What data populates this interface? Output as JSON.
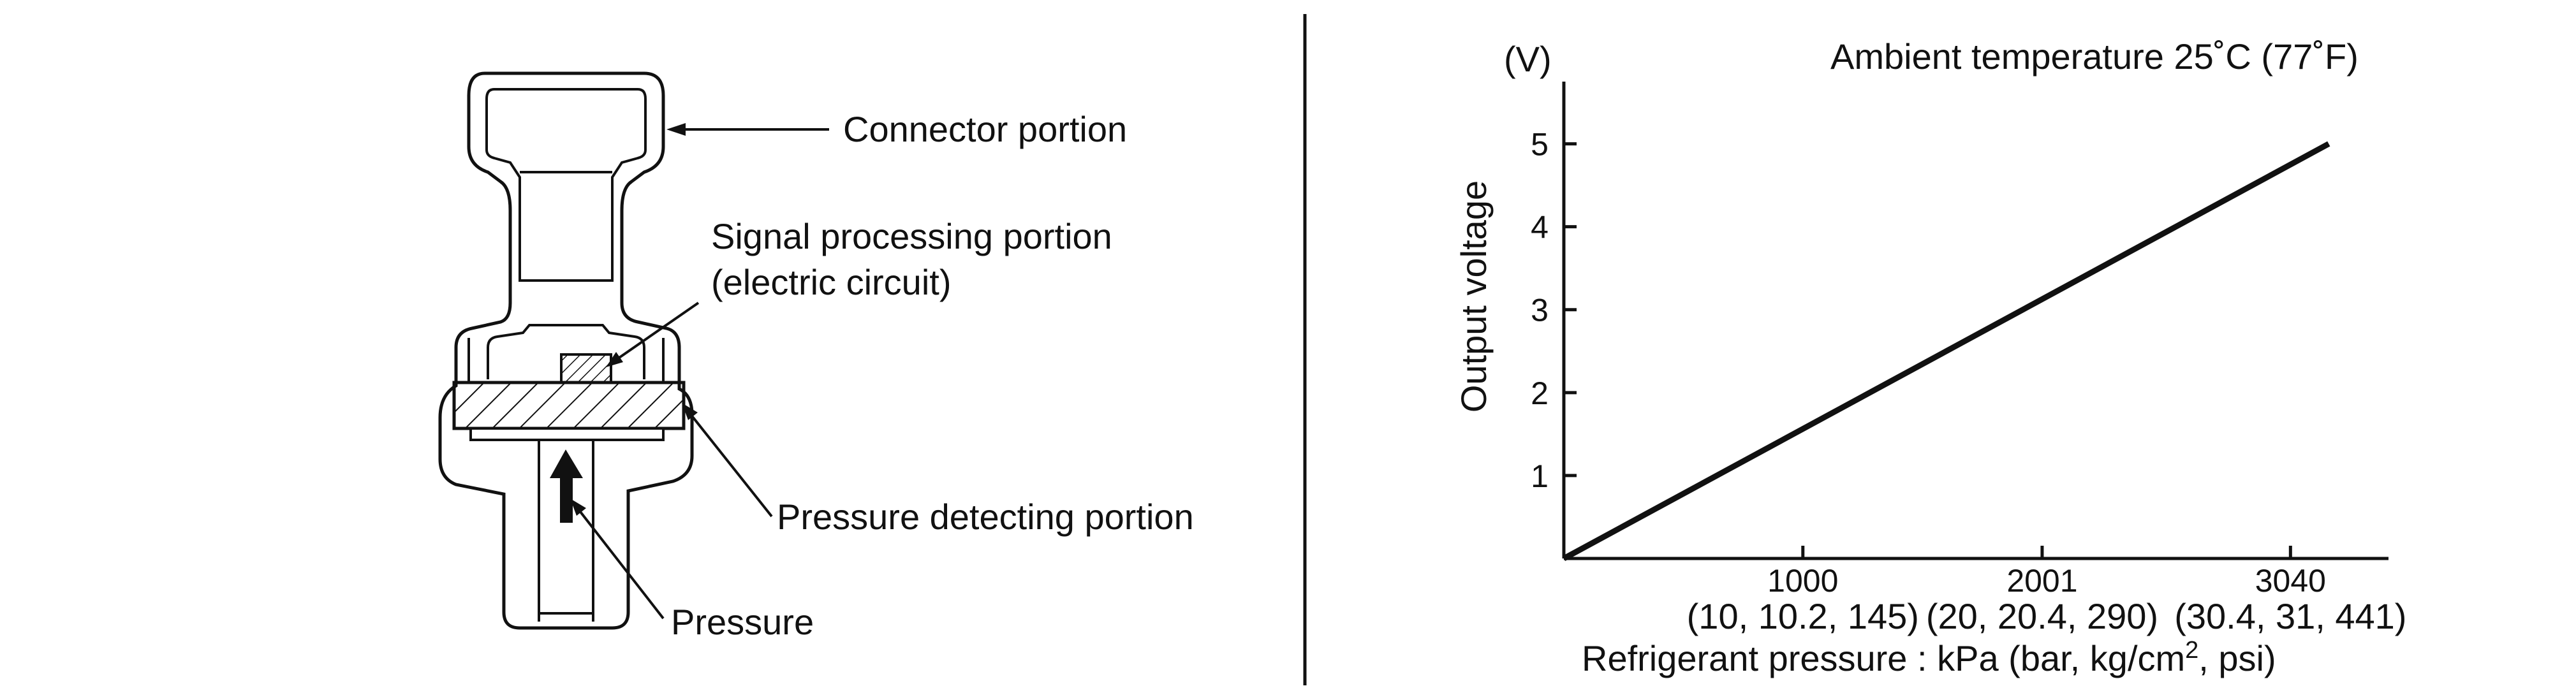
{
  "diagram": {
    "labels": {
      "connector": "Connector portion",
      "signal_line1": "Signal processing portion",
      "signal_line2": "(electric circuit)",
      "pressure_detecting": "Pressure detecting portion",
      "pressure": "Pressure"
    }
  },
  "chart_data": {
    "type": "line",
    "title": "Ambient temperature 25˚C (77˚F)",
    "ylabel": "Output voltage",
    "yunit": "(V)",
    "xlabel_prefix": "Refrigerant pressure : kPa (bar, kg/cm",
    "xlabel_sup": "2",
    "xlabel_suffix": ", psi)",
    "y_ticks": [
      "1",
      "2",
      "3",
      "4",
      "5"
    ],
    "x_ticks": [
      {
        "value": 1000,
        "label": "1000",
        "sublabel": "(10, 10.2, 145)"
      },
      {
        "value": 2001,
        "label": "2001",
        "sublabel": "(20, 20.4, 290)"
      },
      {
        "value": 3040,
        "label": "3040",
        "sublabel": "(30.4, 31, 441)"
      }
    ],
    "xlim": [
      0,
      3450
    ],
    "ylim": [
      0,
      5.75
    ],
    "series": [
      {
        "x": [
          0,
          3200
        ],
        "y": [
          0,
          5
        ]
      }
    ],
    "grid": false,
    "legend": "none"
  }
}
